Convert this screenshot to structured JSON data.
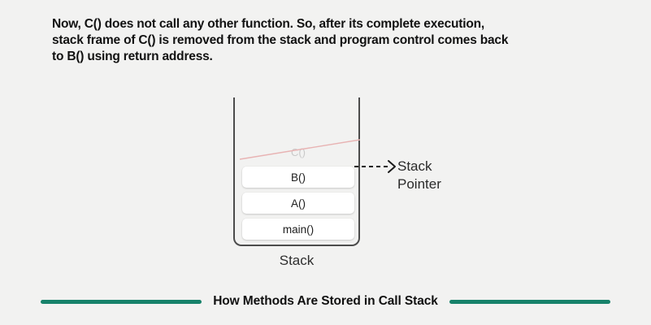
{
  "background_color": "#f2f2f1",
  "heading": {
    "text": "Now, C() does not call any other function. So, after its complete execution,\nstack frame of C() is removed from the stack and program control comes back\nto B() using return address."
  },
  "diagram": {
    "container_label": "Stack",
    "removed_frame": {
      "label": "C()",
      "state": "removed",
      "text_color": "#c9c9c9",
      "strike_color": "#e8b3b3"
    },
    "frames": [
      {
        "label": "B()"
      },
      {
        "label": "A()"
      },
      {
        "label": "main()"
      }
    ],
    "pointer": {
      "label": "Stack\nPointer",
      "arrow_style": "dashed",
      "arrow_color": "#1a1a1a"
    },
    "wall_color": "#4c4c4c",
    "frame_fill": "#ffffff"
  },
  "banner": {
    "text": "How Methods Are Stored in Call Stack",
    "rule_color": "#17826a"
  }
}
